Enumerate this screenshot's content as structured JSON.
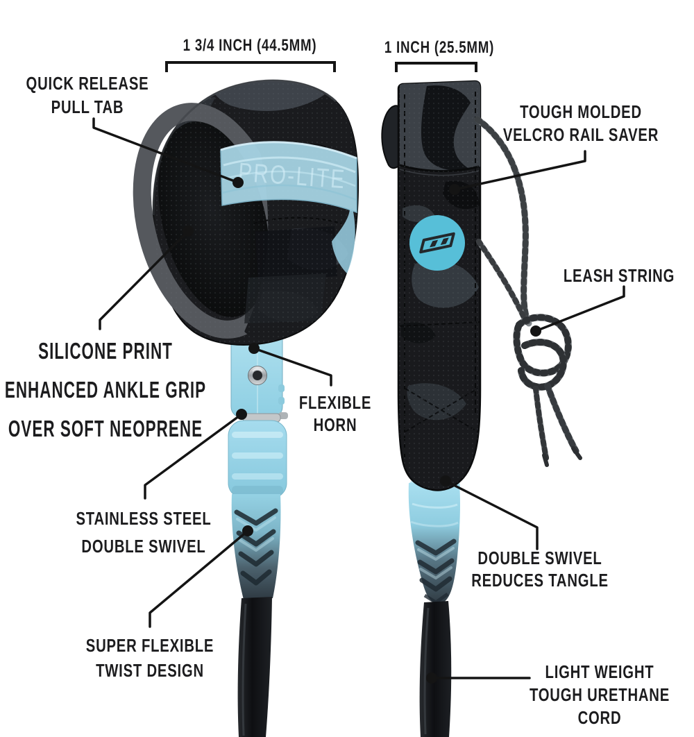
{
  "diagram_title": "surf-leash-feature-diagram",
  "measurements": {
    "left_width": "1 3/4 INCH (44.5MM)",
    "right_width": "1 INCH (25.5MM)"
  },
  "callouts": {
    "quick_release": {
      "lines": [
        "QUICK RELEASE",
        "PULL TAB"
      ]
    },
    "silicone_grip": {
      "lines": [
        "SILICONE PRINT",
        "ENHANCED ANKLE GRIP",
        "OVER SOFT NEOPRENE"
      ]
    },
    "flexible_horn": {
      "lines": [
        "FLEXIBLE",
        "HORN"
      ]
    },
    "stainless_swivel": {
      "lines": [
        "STAINLESS STEEL",
        "DOUBLE SWIVEL"
      ]
    },
    "super_flexible": {
      "lines": [
        "SUPER FLEXIBLE",
        "TWIST DESIGN"
      ]
    },
    "rail_saver": {
      "lines": [
        "TOUGH MOLDED",
        "VELCRO RAIL SAVER"
      ]
    },
    "leash_string": {
      "lines": [
        "LEASH STRING"
      ]
    },
    "double_swivel": {
      "lines": [
        "DOUBLE SWIVEL",
        "REDUCES TANGLE"
      ]
    },
    "urethane_cord": {
      "lines": [
        "LIGHT WEIGHT",
        "TOUGH URETHANE",
        "CORD"
      ]
    }
  },
  "product": {
    "band_text": "PRO-LITE",
    "logo_icon": "pro-lite-logo",
    "colors": {
      "accent_blue": "#57bfd8",
      "band_blue": "#a6d3e3",
      "swivel_blue": "#9ed9ea",
      "fabric_black": "#17181b",
      "camo_grey": "#3c4147",
      "text": "#1c1c1e",
      "annotation_line": "#141414"
    }
  }
}
